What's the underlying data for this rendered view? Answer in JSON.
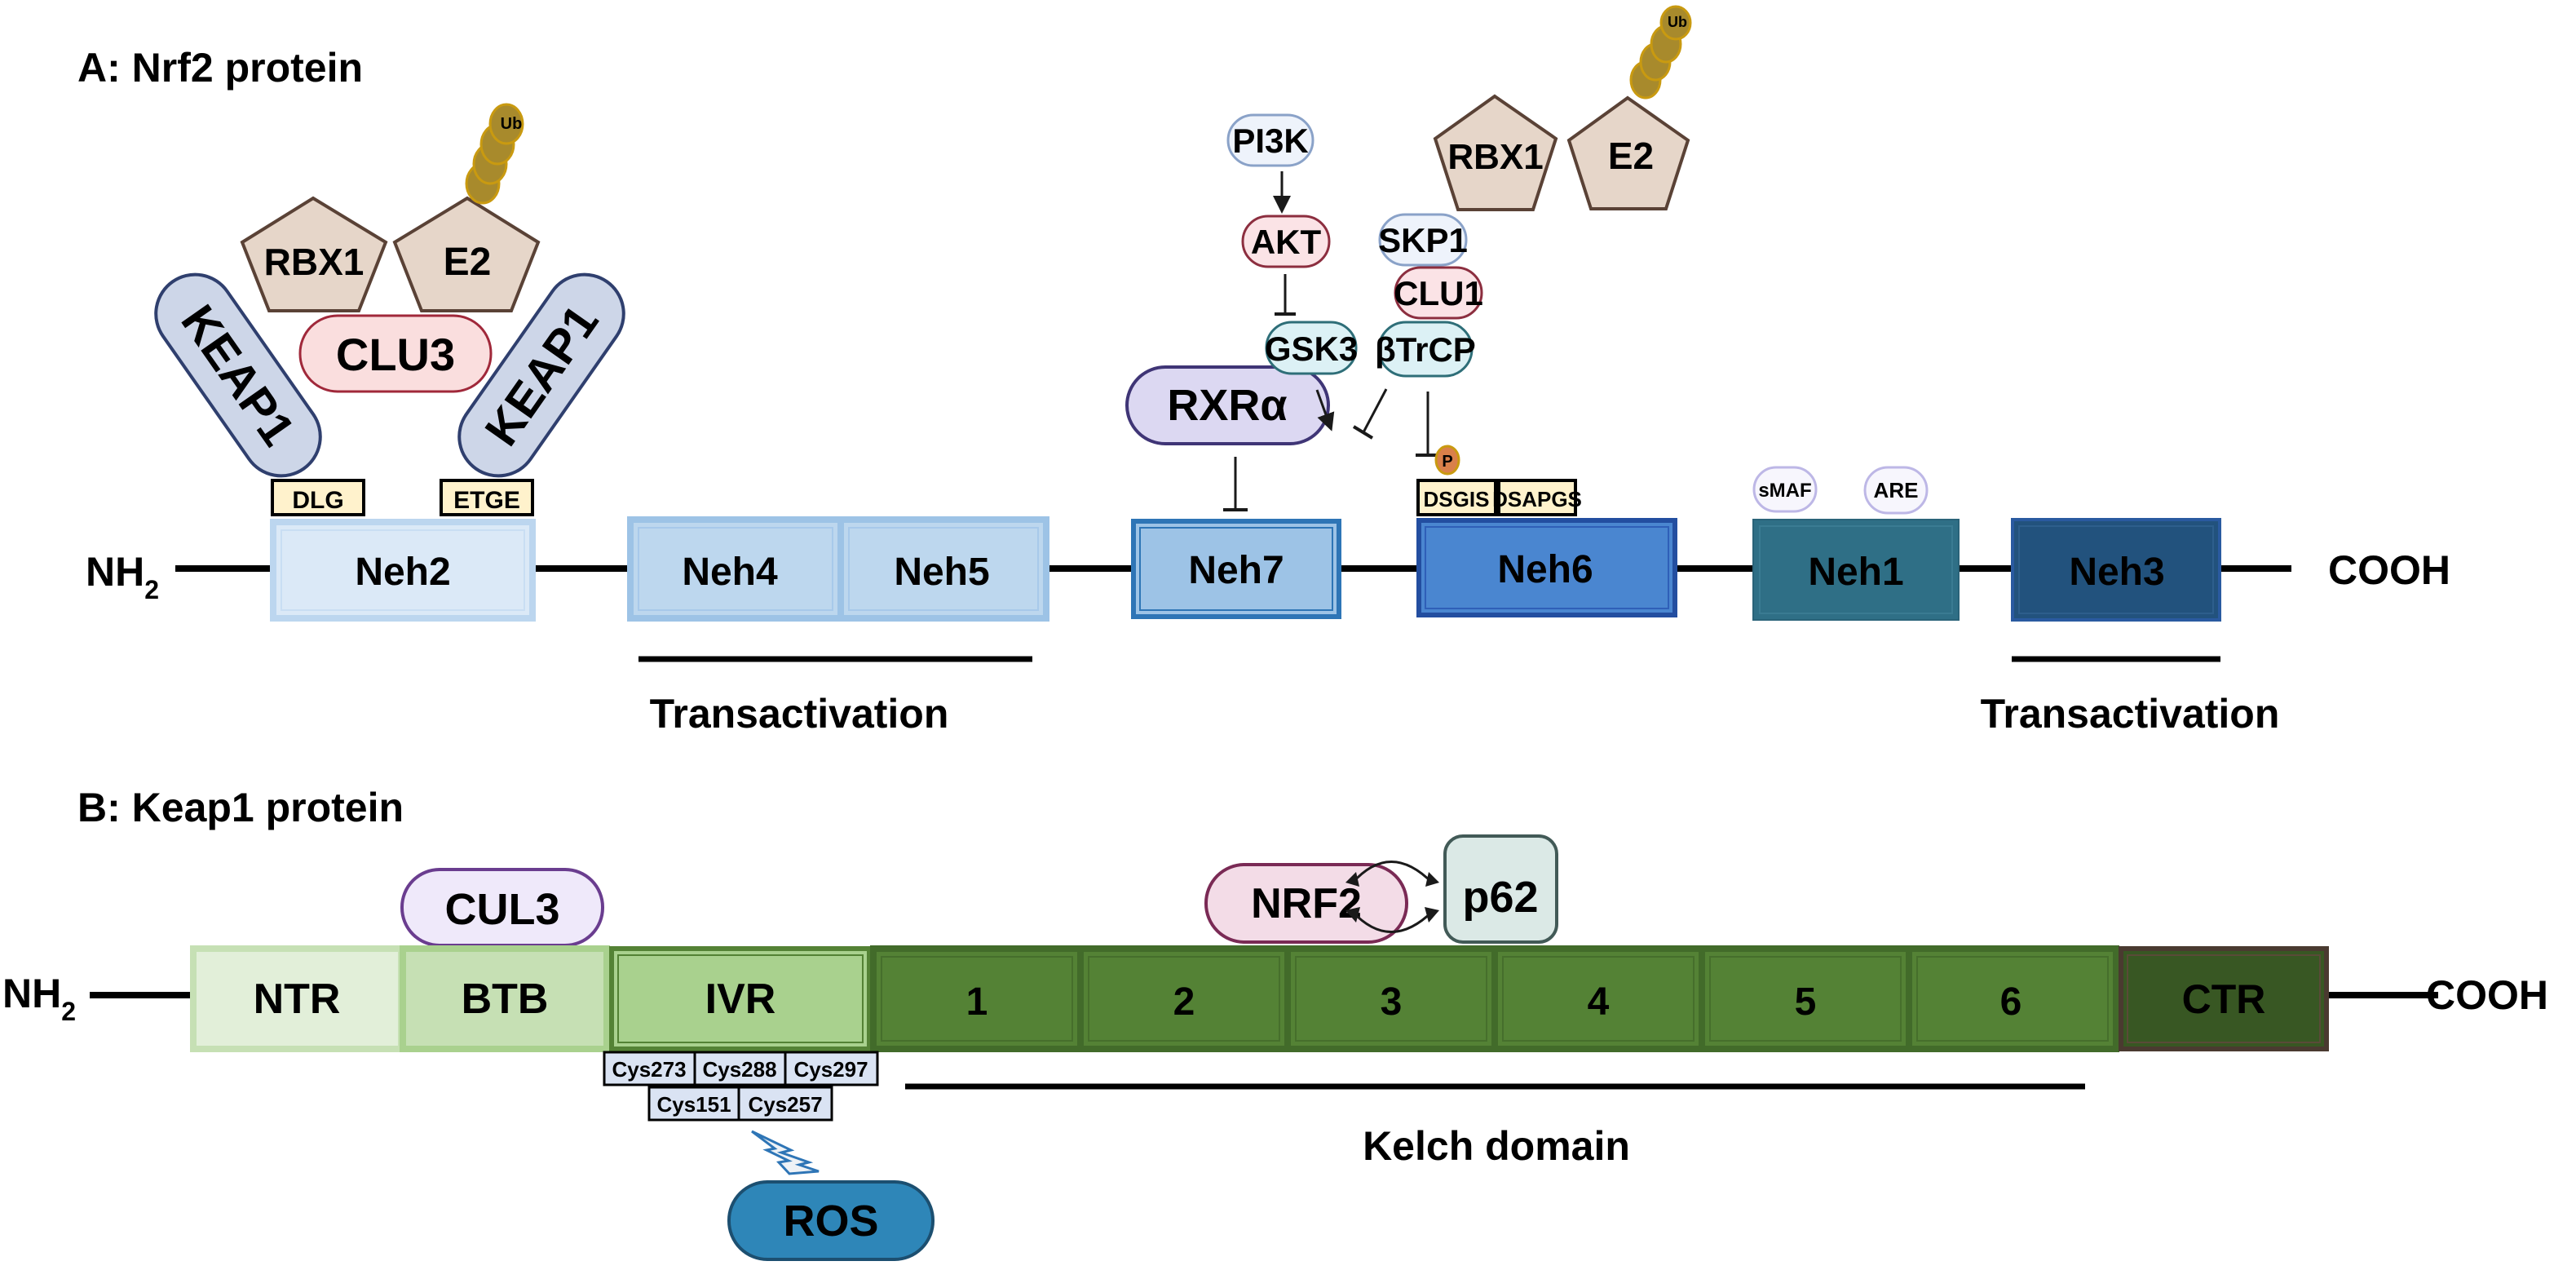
{
  "panel_a": {
    "title": "A: Nrf2 protein",
    "n_terminus": "NH",
    "n_terminus_sub": "2",
    "c_terminus": "COOH",
    "domains": {
      "neh2": "Neh2",
      "neh4": "Neh4",
      "neh5": "Neh5",
      "neh7": "Neh7",
      "neh6": "Neh6",
      "neh1": "Neh1",
      "neh3": "Neh3"
    },
    "motifs": {
      "dlg": "DLG",
      "etge": "ETGE",
      "dsgis": "DSGIS",
      "dsapgs": "DSAPGS"
    },
    "regions": {
      "transactivation_1": "Transactivation",
      "transactivation_2": "Transactivation"
    },
    "neh2_complex": {
      "keap1_left": "KEAP1",
      "keap1_right": "KEAP1",
      "clu3": "CLU3",
      "rbx1": "RBX1",
      "e2": "E2",
      "ub": "Ub"
    },
    "neh7_binder": "RXRα",
    "neh6_pathway": {
      "pi3k": "PI3K",
      "akt": "AKT",
      "gsk3": "GSK3",
      "rbx1": "RBX1",
      "e2": "E2",
      "ub": "Ub",
      "skp1": "SKP1",
      "clu1": "CLU1",
      "btrcp": "βTrCP",
      "phospho": "P"
    },
    "neh1_binders": {
      "smaf": "sMAF",
      "are": "ARE"
    }
  },
  "panel_b": {
    "title": "B: Keap1 protein",
    "n_terminus": "NH",
    "n_terminus_sub": "2",
    "c_terminus": "COOH",
    "domains": {
      "ntr": "NTR",
      "btb": "BTB",
      "ivr": "IVR",
      "kelch_1": "1",
      "kelch_2": "2",
      "kelch_3": "3",
      "kelch_4": "4",
      "kelch_5": "5",
      "kelch_6": "6",
      "ctr": "CTR"
    },
    "cul3": "CUL3",
    "cysteines_row1": [
      "Cys273",
      "Cys288",
      "Cys297"
    ],
    "cysteines_row2": [
      "Cys151",
      "Cys257"
    ],
    "ros": "ROS",
    "nrf2": "NRF2",
    "p62": "p62",
    "kelch_label": "Kelch domain"
  },
  "colors": {
    "neh2": "#dbe9f7",
    "neh45": "#bdd7ee",
    "neh7": "#9dc3e6",
    "neh6": "#4a86d0",
    "neh1": "#2f6f86",
    "neh3": "#22527d",
    "keap1": "#cdd6e8",
    "clu3": "#f9dede",
    "pentagon": "#e6d6c9",
    "ub": "#a88a2c",
    "rxra": "#dcd8f2",
    "ntr": "#e2efd9",
    "btb": "#c6e0b4",
    "ivr": "#a9d18e",
    "kelch": "#548235",
    "ctr": "#385723",
    "ros": "#2e86b8"
  }
}
